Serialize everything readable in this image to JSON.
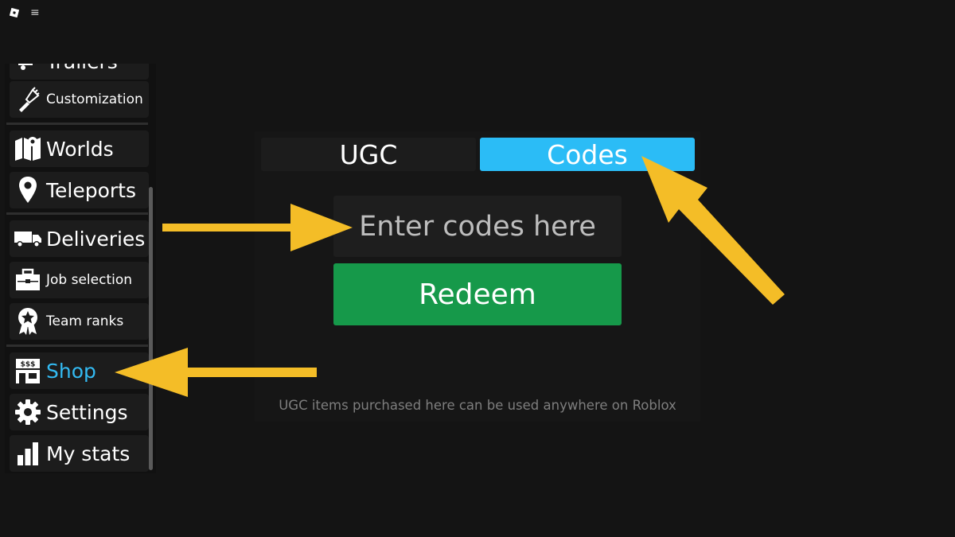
{
  "topbar": {
    "menu_glyph": "≡"
  },
  "sidebar": {
    "items": [
      {
        "label": "Trailers",
        "icon": "trailer-icon",
        "size": "large"
      },
      {
        "label": "Customization",
        "icon": "paintbrush-icon",
        "size": "small"
      },
      {
        "label": "Worlds",
        "icon": "map-icon",
        "size": "large"
      },
      {
        "label": "Teleports",
        "icon": "location-pin-icon",
        "size": "large"
      },
      {
        "label": "Deliveries",
        "icon": "truck-icon",
        "size": "large"
      },
      {
        "label": "Job selection",
        "icon": "briefcase-icon",
        "size": "small"
      },
      {
        "label": "Team ranks",
        "icon": "award-ribbon-icon",
        "size": "small"
      },
      {
        "label": "Shop",
        "icon": "storefront-icon",
        "size": "large",
        "active": true
      },
      {
        "label": "Settings",
        "icon": "gear-icon",
        "size": "large"
      },
      {
        "label": "My stats",
        "icon": "bar-chart-icon",
        "size": "large"
      }
    ]
  },
  "tabs": {
    "ugc": "UGC",
    "codes": "Codes",
    "active": "Codes"
  },
  "codes": {
    "placeholder": "Enter codes here",
    "redeem_label": "Redeem"
  },
  "note": "UGC items purchased here can be used anywhere on Roblox",
  "colors": {
    "accent": "#2bbcf6",
    "active_text": "#33baf2",
    "redeem": "#16994a",
    "arrow": "#f4bd27",
    "background": "#141414"
  }
}
